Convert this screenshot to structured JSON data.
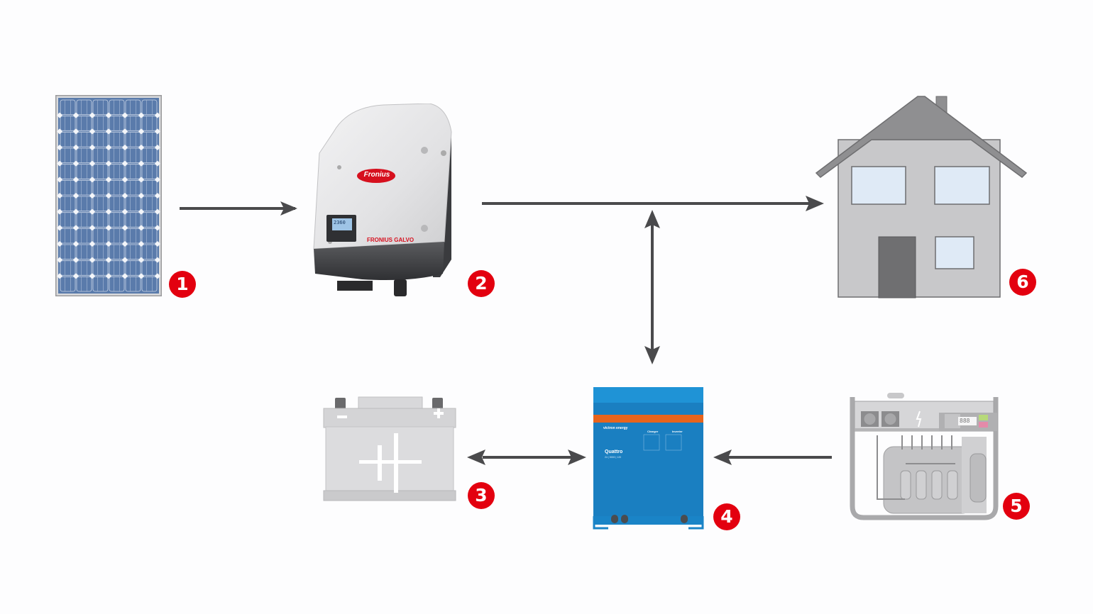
{
  "diagram": {
    "title": "Hybrid PV system with battery storage and generator backup",
    "components": [
      {
        "id": 1,
        "name": "Solar panel",
        "badge": "1"
      },
      {
        "id": 2,
        "name": "Inverter",
        "badge": "2",
        "brand_logo": "Fronius",
        "model_label": "FRONIUS GALVO",
        "display_value": "2360"
      },
      {
        "id": 3,
        "name": "Battery",
        "badge": "3",
        "minus_symbol": "−",
        "plus_symbol": "+"
      },
      {
        "id": 4,
        "name": "Inverter/charger",
        "badge": "4",
        "brand_logo": "victron energy",
        "model_label": "Quattro",
        "model_sub": "24 | 5000 | 120",
        "panel_charger": "Charger",
        "panel_inverter": "Inverter"
      },
      {
        "id": 5,
        "name": "Generator",
        "badge": "5",
        "display_value": "888"
      },
      {
        "id": 6,
        "name": "House",
        "badge": "6"
      }
    ],
    "connections": [
      {
        "from": 1,
        "to": 2,
        "direction": "one-way"
      },
      {
        "from": 2,
        "to": 6,
        "direction": "one-way"
      },
      {
        "from": "2-6 line",
        "to": 4,
        "direction": "two-way"
      },
      {
        "from": 3,
        "to": 4,
        "direction": "two-way"
      },
      {
        "from": 5,
        "to": 4,
        "direction": "one-way"
      }
    ],
    "colors": {
      "badge": "#e3000f",
      "arrow": "#4a4a4c",
      "panel_blue": "#5a7bab",
      "victron_blue": "#1a84c7",
      "victron_orange": "#e8641c",
      "house_wall": "#c8c8ca",
      "roof": "#8f8f91"
    }
  }
}
